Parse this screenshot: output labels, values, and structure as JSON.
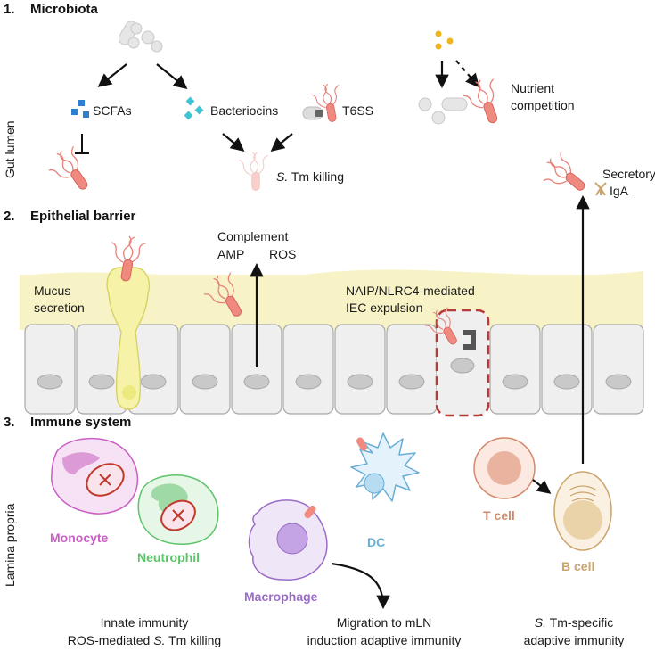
{
  "sections": [
    {
      "number": "1.",
      "title": "Microbiota"
    },
    {
      "number": "2.",
      "title": "Epithelial barrier"
    },
    {
      "number": "3.",
      "title": "Immune system"
    }
  ],
  "side_labels": {
    "lumen": "Gut lumen",
    "lamina": "Lamina propria"
  },
  "microbiota": {
    "scfas": "SCFAs",
    "bacteriocins": "Bacteriocins",
    "t6ss": "T6SS",
    "killing_italic": "S.",
    "killing_rest": " Tm killing",
    "nutrient_line1": "Nutrient",
    "nutrient_line2": "competition",
    "secretory_line1": "Secretory",
    "secretory_line2": "IgA"
  },
  "barrier": {
    "complement": "Complement",
    "amp": "AMP",
    "ros": "ROS",
    "mucus_line1": "Mucus",
    "mucus_line2": "secretion",
    "naip_line1": "NAIP/NLRC4-mediated",
    "naip_line2": "IEC expulsion"
  },
  "immune": {
    "monocyte": "Monocyte",
    "neutrophil": "Neutrophil",
    "macrophage": "Macrophage",
    "dc": "DC",
    "tcell": "T cell",
    "bcell": "B cell"
  },
  "bottom": {
    "innate_line1": "Innate immunity",
    "innate_line2_pre": "ROS-mediated ",
    "innate_line2_italic": "S.",
    "innate_line2_post": " Tm killing",
    "migration_line1": "Migration to mLN",
    "migration_line2": "induction adaptive immunity",
    "specific_italic": "S.",
    "specific_rest": " Tm-specific",
    "specific_line2": "adaptive immunity"
  },
  "colors": {
    "monocyte": "#c95fc4",
    "neutrophil": "#5cc46a",
    "macrophage": "#9b6cc7",
    "dc": "#6aaed6",
    "tcell": "#d4886c",
    "bcell": "#caa46a",
    "mucus": "#f7f3c7",
    "salmonella": "#e8827a",
    "scfa": "#2f7fd1",
    "bacteriocin": "#43c4d4",
    "nutrient": "#f1b51c"
  }
}
